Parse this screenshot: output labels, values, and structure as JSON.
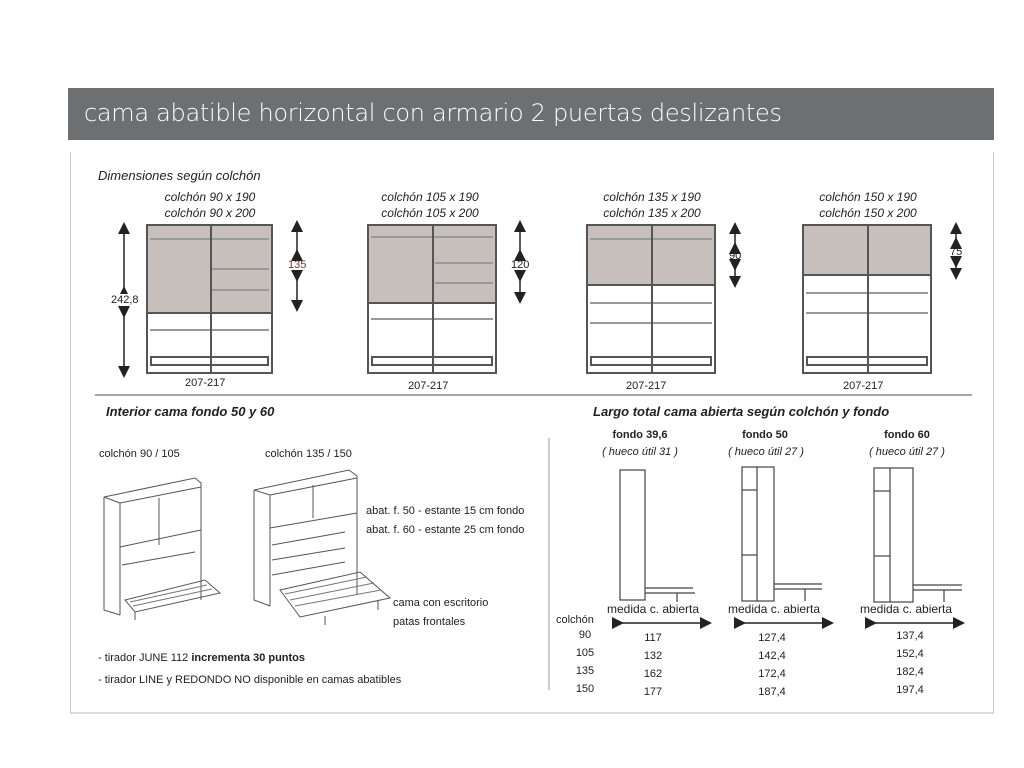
{
  "title": "cama abatible horizontal con armario 2 puertas deslizantes",
  "dimensions": {
    "heading": "Dimensiones según colchón",
    "height_label": "242,8",
    "models": [
      {
        "line1": "colchón 90 x 190",
        "line2": "colchón 90 x 200",
        "door_height": "135",
        "width": "207-217"
      },
      {
        "line1": "colchón 105 x 190",
        "line2": "colchón 105 x 200",
        "door_height": "120",
        "width": "207-217"
      },
      {
        "line1": "colchón 135 x 190",
        "line2": "colchón 135 x 200",
        "door_height": "90",
        "width": "207-217"
      },
      {
        "line1": "colchón 150 x 190",
        "line2": "colchón 150 x 200",
        "door_height": "75",
        "width": "207-217"
      }
    ]
  },
  "interior": {
    "heading": "Interior cama fondo 50 y 60",
    "label_small": "colchón 90 / 105",
    "label_large": "colchón 135 / 150",
    "shelf1": "abat. f. 50 - estante 15 cm fondo",
    "shelf2": "abat. f. 60 - estante 25 cm fondo",
    "desk1": "cama con escritorio",
    "desk2": "patas frontales",
    "note1_a": "- tirador JUNE 112 ",
    "note1_b": "incrementa 30 puntos",
    "note2": "- tirador LINE  y REDONDO NO disponible en camas abatibles"
  },
  "largo": {
    "heading": "Largo total cama abierta según colchón y fondo",
    "colchon_label": "colchón",
    "measure_label": "medida c. abierta",
    "rows": [
      "90",
      "105",
      "135",
      "150"
    ],
    "columns": [
      {
        "fondo": "fondo 39,6",
        "hueco": "( hueco útil 31 )",
        "values": [
          "117",
          "132",
          "162",
          "177"
        ]
      },
      {
        "fondo": "fondo 50",
        "hueco": "( hueco útil 27 )",
        "values": [
          "127,4",
          "142,4",
          "172,4",
          "187,4"
        ]
      },
      {
        "fondo": "fondo 60",
        "hueco": "( hueco útil 27 )",
        "values": [
          "137,4",
          "152,4",
          "182,4",
          "197,4"
        ]
      }
    ]
  }
}
